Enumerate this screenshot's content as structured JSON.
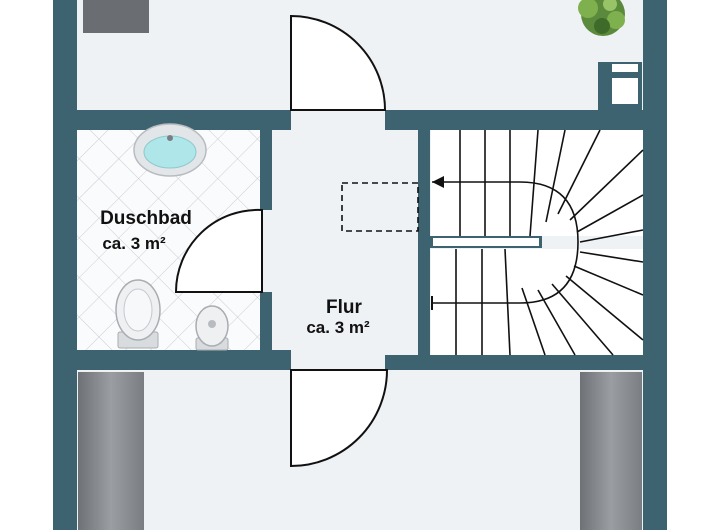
{
  "rooms": [
    {
      "name": "Duschbad",
      "area": "ca. 3 m²"
    },
    {
      "name": "Flur",
      "area": "ca. 3 m²"
    }
  ],
  "colors": {
    "wall": "#3e6370",
    "floor": "#eef2f5",
    "bath_floor": "#f7f9fa",
    "fixture": "#e3e6e8"
  },
  "icons": [
    "plant-icon",
    "sink-icon",
    "toilet-icon",
    "bidet-icon",
    "door-swing-icon",
    "staircase-icon",
    "wardrobe-icon"
  ]
}
